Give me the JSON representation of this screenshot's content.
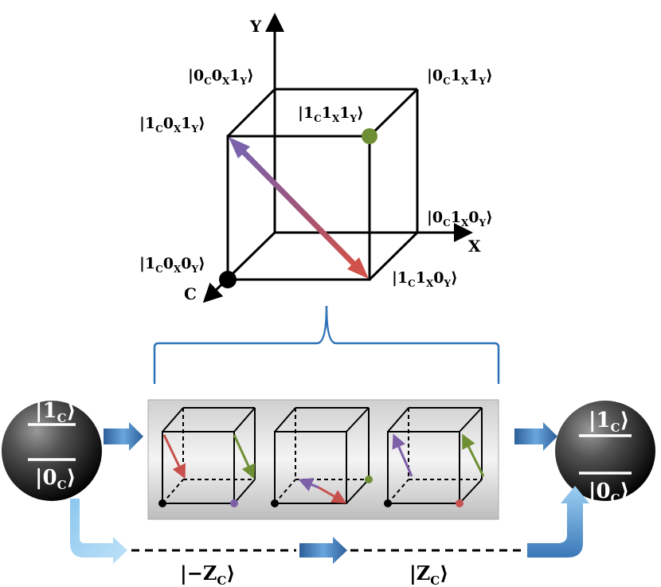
{
  "axes": {
    "y": "Y",
    "x": "X",
    "c": "C"
  },
  "states": {
    "s001": {
      "prefix": "|0",
      "c": "C",
      "m1": "0",
      "x": "X",
      "m2": "1",
      "y": "Y",
      "close": "⟩"
    },
    "s011": {
      "prefix": "|0",
      "c": "C",
      "m1": "1",
      "x": "X",
      "m2": "1",
      "y": "Y",
      "close": "⟩"
    },
    "s111": {
      "prefix": "|1",
      "c": "C",
      "m1": "1",
      "x": "X",
      "m2": "1",
      "y": "Y",
      "close": "⟩"
    },
    "s101": {
      "prefix": "|1",
      "c": "C",
      "m1": "0",
      "x": "X",
      "m2": "1",
      "y": "Y",
      "close": "⟩"
    },
    "s010": {
      "prefix": "|0",
      "c": "C",
      "m1": "1",
      "x": "X",
      "m2": "0",
      "y": "Y",
      "close": "⟩"
    },
    "s100": {
      "prefix": "|1",
      "c": "C",
      "m1": "0",
      "x": "X",
      "m2": "0",
      "y": "Y",
      "close": "⟩"
    },
    "s110": {
      "prefix": "|1",
      "c": "C",
      "m1": "1",
      "x": "X",
      "m2": "0",
      "y": "Y",
      "close": "⟩"
    }
  },
  "spheres": {
    "left": {
      "upper": {
        "prefix": "|1",
        "sub": "C",
        "close": "⟩"
      },
      "lower": {
        "prefix": "|0",
        "sub": "C",
        "close": "⟩"
      }
    },
    "right": {
      "upper": {
        "prefix": "|1",
        "sub": "C",
        "close": "⟩"
      },
      "lower": {
        "prefix": "|0",
        "sub": "C",
        "close": "⟩"
      }
    }
  },
  "bottom": {
    "minus": {
      "prefix": "|−Z",
      "sub": "C",
      "close": "⟩"
    },
    "plus": {
      "prefix": "|Z",
      "sub": "C",
      "close": "⟩"
    }
  },
  "colors": {
    "purple": "#7d5fa8",
    "red": "#c8504c",
    "green": "#6e8f33",
    "brace": "#2f72b8",
    "arrow_blue": "#4f8fcf"
  }
}
